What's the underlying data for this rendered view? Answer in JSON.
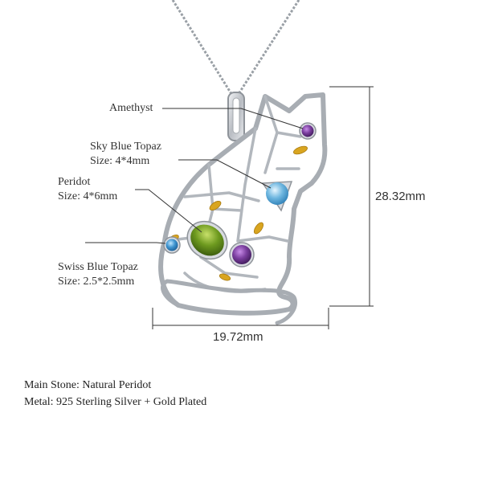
{
  "callouts": {
    "amethyst": {
      "name": "Amethyst"
    },
    "sky_blue_topaz": {
      "name": "Sky Blue Topaz",
      "size": "Size: 4*4mm"
    },
    "peridot": {
      "name": "Peridot",
      "size": "Size: 4*6mm"
    },
    "swiss_blue_topaz": {
      "name": "Swiss Blue Topaz",
      "size": "Size: 2.5*2.5mm"
    }
  },
  "dimensions": {
    "height": "28.32mm",
    "width": "19.72mm"
  },
  "specs": {
    "main_stone": "Main Stone: Natural Peridot",
    "metal": "Metal: 925 Sterling Silver + Gold Plated"
  },
  "colors": {
    "silver": "#c9ccd1",
    "gold": "#d9a520",
    "peridot": "#6e9a1f",
    "amethyst": "#7a3e9e",
    "sky_blue": "#6fb7e0",
    "swiss_blue": "#3f95d0",
    "line": "#333333"
  }
}
